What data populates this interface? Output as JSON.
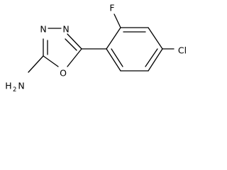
{
  "structure": {
    "atoms": {
      "fluorine": "F",
      "chlorine": "Cl",
      "ring_nitrogen_1": "N",
      "ring_nitrogen_2": "N",
      "ring_oxygen": "O",
      "amine_h": "H",
      "amine_h_count": "2",
      "amine_n": "N"
    }
  }
}
